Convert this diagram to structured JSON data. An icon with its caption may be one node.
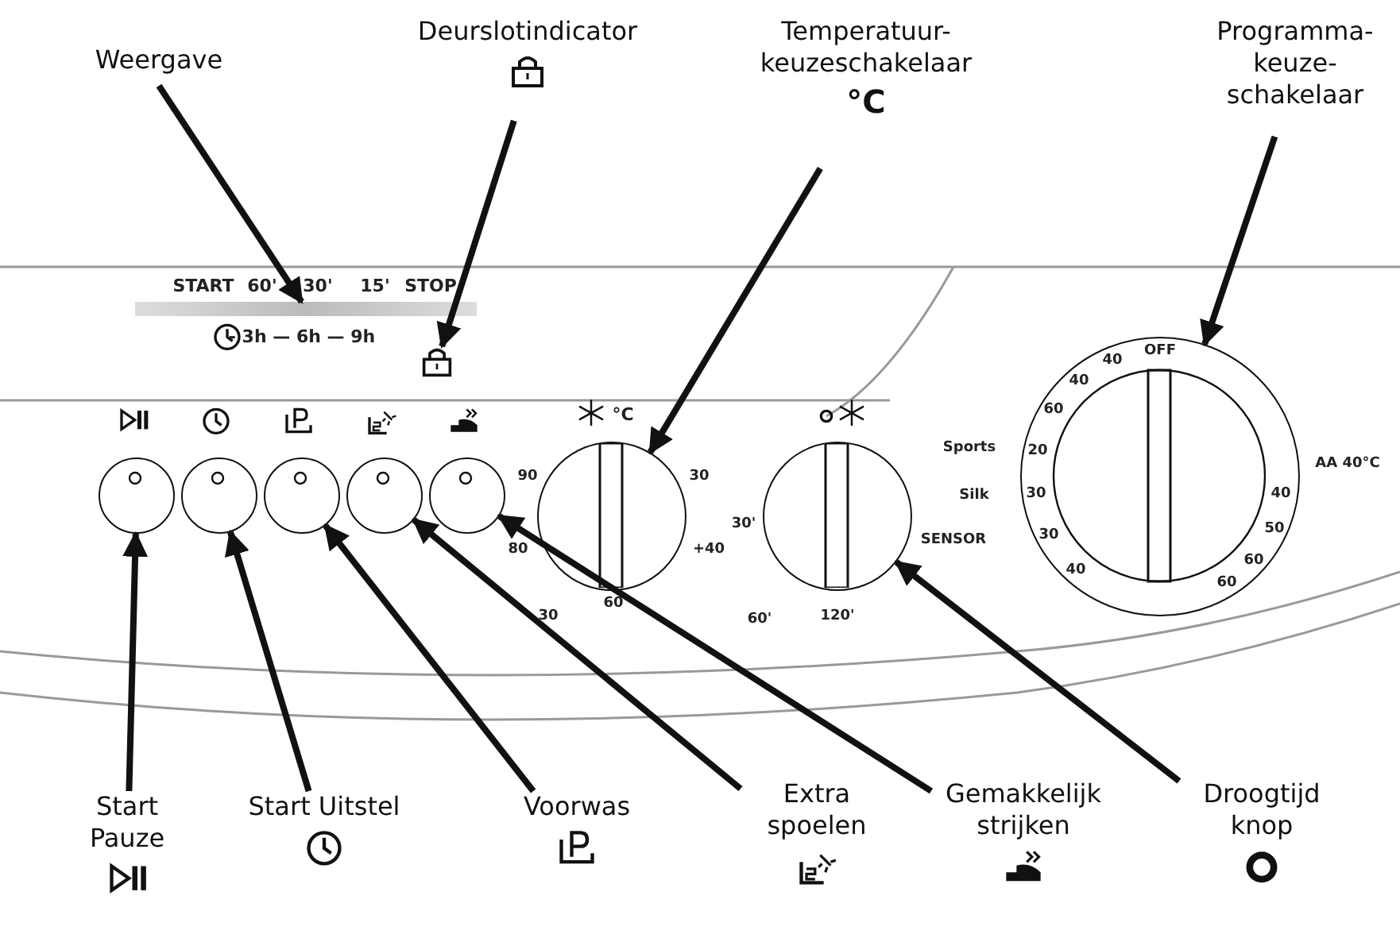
{
  "diagram": {
    "nodes": [
      {
        "text": [
          "Weergave"
        ]
      },
      {
        "text": [
          "Deurslotindicator"
        ]
      },
      {
        "text": [
          "Temperatuur- keuzeschakelaar"
        ],
        "beside": [
          "°C"
        ]
      },
      {
        "text": [
          "Programma- keuze- schakelaar"
        ]
      },
      {
        "text": [
          "Start Pauze"
        ]
      },
      {
        "text": [
          "Start Uitstel"
        ]
      },
      {
        "text": [
          "Voorwas"
        ]
      },
      {
        "text": [
          "Extra spoelen"
        ]
      },
      {
        "text": [
          "Gemakkelijk strijken"
        ]
      },
      {
        "text": [
          "Droogtijd knop"
        ]
      },
      {
        "text": [],
        "shape": "bar"
      },
      {
        "text": [],
        "shape": "picture"
      },
      {
        "text": [],
        "shape": "circle"
      },
      {
        "text": [],
        "shape": "circle"
      },
      {
        "text": [],
        "shape": "circle"
      },
      {
        "text": [],
        "shape": "circle"
      },
      {
        "text": [],
        "shape": "circle"
      },
      {
        "text": [],
        "shape": "circle"
      },
      {
        "text": [],
        "shape": "circle"
      },
      {
        "text": [],
        "shape": "circle"
      }
    ],
    "edges": [
      {
        "from": 0,
        "to": 10,
        "arrow": "to"
      },
      {
        "from": 1,
        "to": 11,
        "arrow": "to"
      },
      {
        "from": 2,
        "to": 12,
        "arrow": "to"
      },
      {
        "from": 3,
        "to": 13,
        "arrow": "to"
      },
      {
        "from": 4,
        "to": 14,
        "arrow": "to"
      },
      {
        "from": 5,
        "to": 15,
        "arrow": "to"
      },
      {
        "from": 6,
        "to": 16,
        "arrow": "to"
      },
      {
        "from": 7,
        "to": 17,
        "arrow": "to"
      },
      {
        "from": 8,
        "to": 18,
        "arrow": "to"
      },
      {
        "from": 9,
        "to": 19,
        "arrow": "to"
      }
    ],
    "labels": [
      "START",
      "60'",
      "30'",
      "15'",
      "STOP",
      "- 3h — 6h — 9h",
      "°C",
      "90",
      "30",
      "80",
      "+40",
      "30",
      "60",
      "30'",
      "60'",
      "120'",
      "SENSOR",
      "OFF",
      "40",
      "40",
      "60",
      "20",
      "30",
      "30",
      "40",
      "Sports",
      "Silk",
      "40",
      "AA 40°C",
      "50",
      "60",
      "60"
    ]
  }
}
